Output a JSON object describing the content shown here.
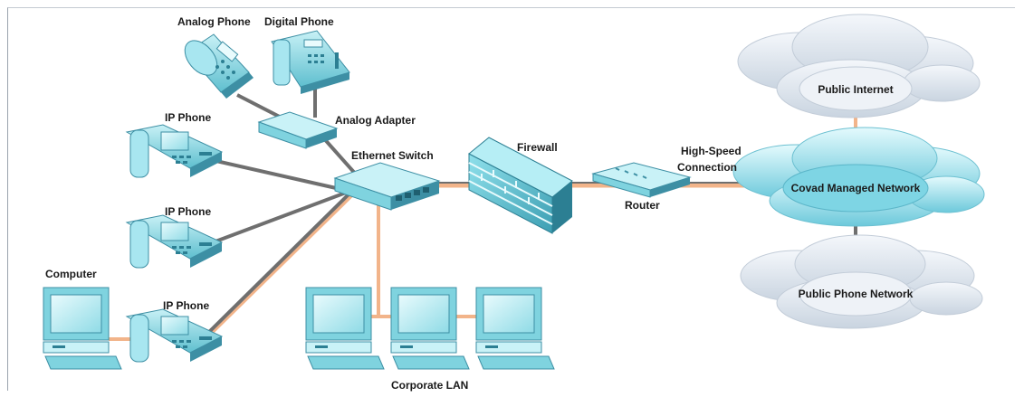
{
  "devices": {
    "analog_phone": "Analog Phone",
    "digital_phone": "Digital Phone",
    "analog_adapter": "Analog Adapter",
    "ip_phone_1": "IP Phone",
    "ip_phone_2": "IP Phone",
    "ip_phone_3": "IP Phone",
    "computer": "Computer",
    "ethernet_switch": "Ethernet Switch",
    "firewall": "Firewall",
    "router": "Router",
    "corporate_lan": "Corporate LAN",
    "connection_line1": "High-Speed",
    "connection_line2": "Connection"
  },
  "clouds": {
    "public_internet": "Public Internet",
    "covad_network": "Covad Managed Network",
    "public_phone": "Public Phone Network"
  },
  "colors": {
    "voice_link": "#6f6f6f",
    "data_link": "#f2b48a",
    "device_teal": "#7fd3df",
    "device_dark": "#3d8fa4",
    "cloud_gray": "#dfe6ee",
    "cloud_teal": "#a8e6f0"
  }
}
